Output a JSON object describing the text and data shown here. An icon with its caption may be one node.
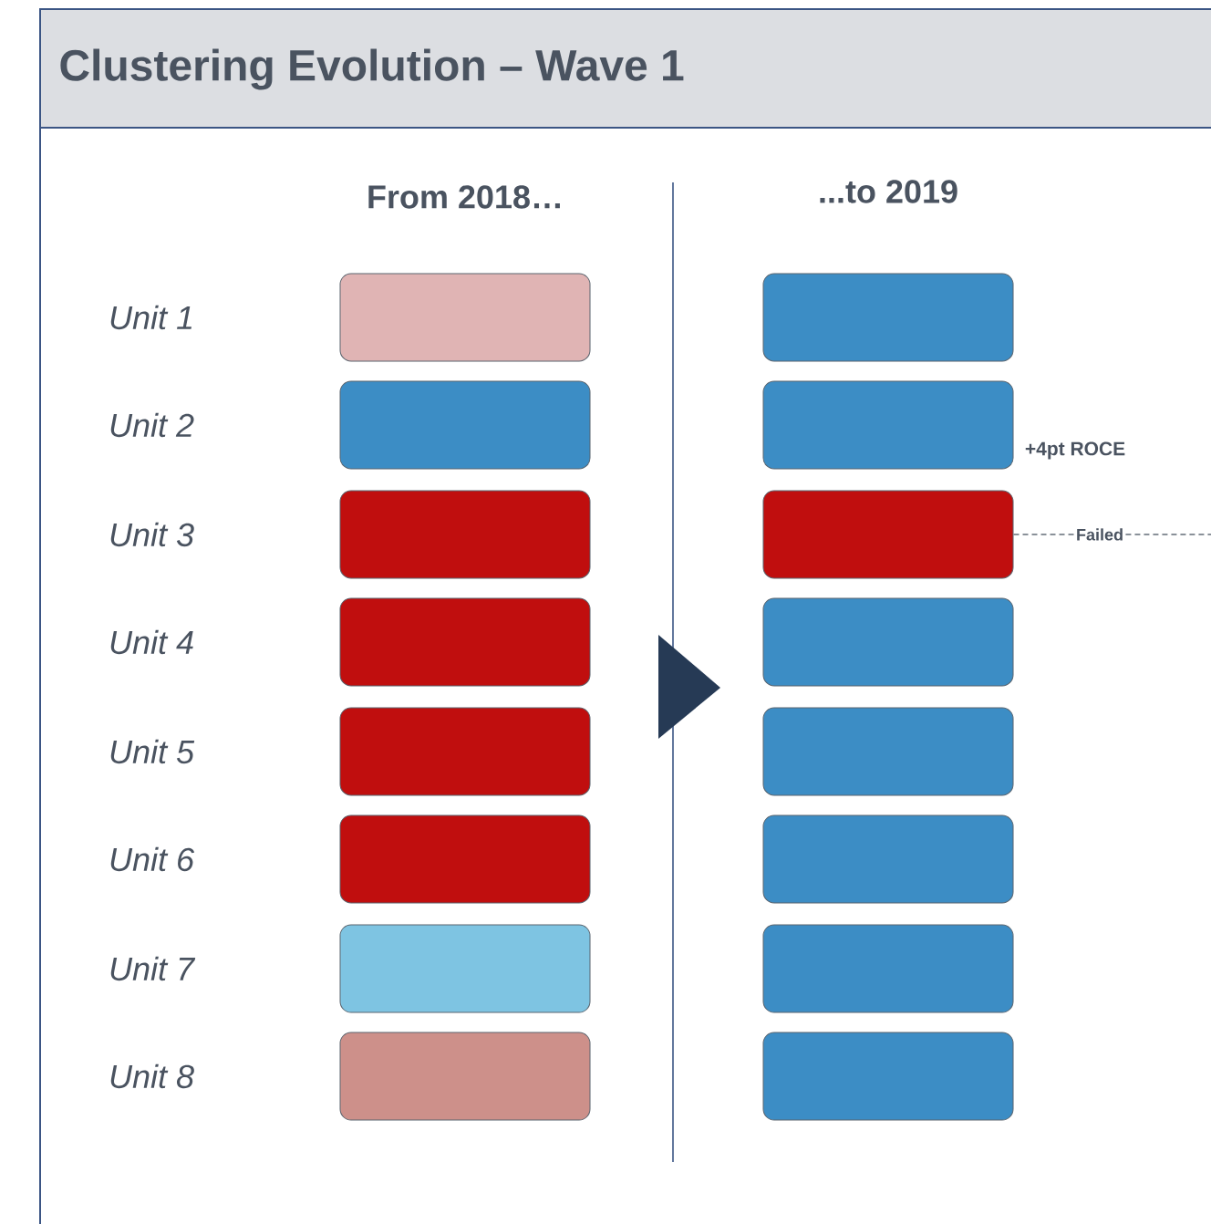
{
  "diagram": {
    "title": "Clustering Evolution – Wave 1",
    "nodes": [
      {
        "text": [],
        "shape": "box"
      },
      {
        "text": [],
        "shape": "box"
      },
      {
        "text": [],
        "shape": "box"
      },
      {
        "text": [],
        "shape": "box"
      },
      {
        "text": [],
        "shape": "box"
      },
      {
        "text": [],
        "shape": "box"
      },
      {
        "text": [],
        "shape": "box"
      },
      {
        "text": [],
        "shape": "box"
      },
      {
        "text": [],
        "shape": "box"
      },
      {
        "text": [],
        "shape": "box",
        "beside": [
          "+4pt ROCE"
        ]
      },
      {
        "text": [],
        "shape": "box"
      },
      {
        "text": [],
        "shape": "box"
      },
      {
        "text": [],
        "shape": "box"
      },
      {
        "text": [],
        "shape": "box"
      },
      {
        "text": [],
        "shape": "box"
      },
      {
        "text": [],
        "shape": "box"
      },
      {
        "text": [
          "Failed"
        ]
      }
    ],
    "edges": [
      {
        "from": 10,
        "to": 16,
        "arrow": "none",
        "style": "dashed"
      },
      {
        "from": 16,
        "to": null,
        "arrow": "none",
        "style": "dashed"
      }
    ],
    "labels": [
      "From 2018…",
      "...to 2019",
      "Unit 1",
      "Unit 2",
      "Unit 3",
      "Unit 4",
      "Unit 5",
      "Unit 6",
      "Unit 7",
      "Unit 8"
    ]
  }
}
